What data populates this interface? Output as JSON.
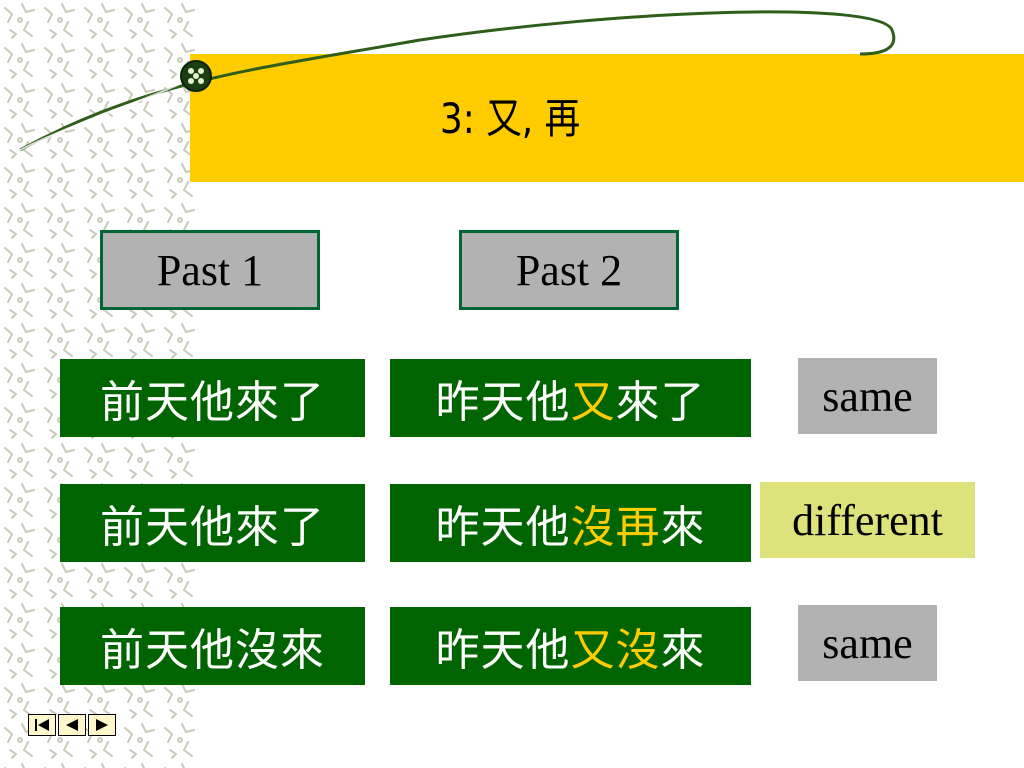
{
  "title": "3:  又, 再",
  "headers": {
    "col1": "Past 1",
    "col2": "Past 2"
  },
  "rows": [
    {
      "past1": "前天他來了",
      "past2_a": "昨天他",
      "past2_hl": "又",
      "past2_b": "來了",
      "relation": "same"
    },
    {
      "past1": "前天他來了",
      "past2_a": "昨天他",
      "past2_hl": "沒再",
      "past2_b": "來",
      "relation": "different"
    },
    {
      "past1": "前天他沒來",
      "past2_a": "昨天他",
      "past2_hl": "又沒",
      "past2_b": "來",
      "relation": "same"
    }
  ],
  "colors": {
    "title_band": "#ffcc00",
    "phrase_bg": "#006400",
    "highlight": "#ffcc00",
    "same_bg": "#b2b2b2",
    "different_bg": "#dde27a"
  },
  "nav": {
    "first": "first-slide-icon",
    "prev": "previous-slide-icon",
    "next": "next-slide-icon"
  }
}
